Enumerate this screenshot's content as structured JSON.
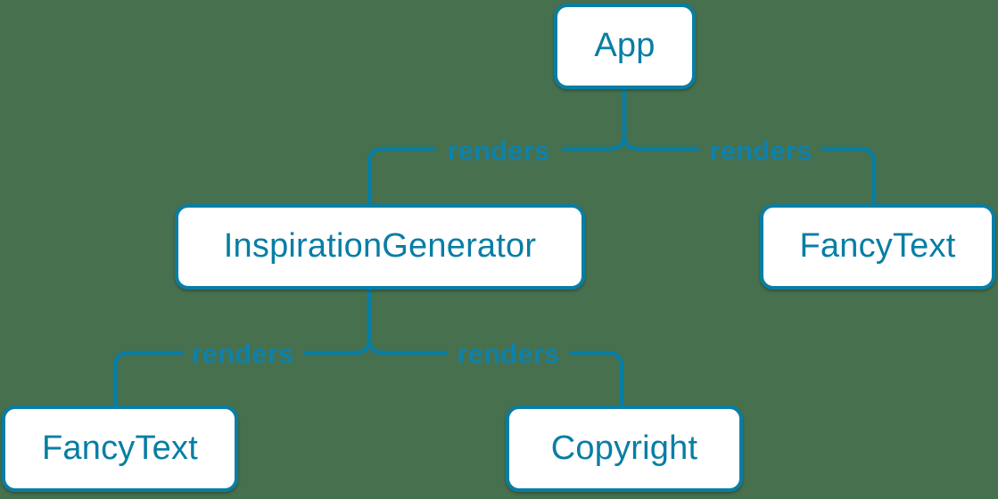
{
  "diagram": {
    "background_color": "#47704E",
    "accent_color": "#087EA4",
    "node_fill_color": "#FFFFFF",
    "nodes": [
      {
        "id": "app",
        "label": "App"
      },
      {
        "id": "inspiration-generator",
        "label": "InspirationGenerator"
      },
      {
        "id": "fancy-text-top",
        "label": "FancyText"
      },
      {
        "id": "fancy-text-bottom",
        "label": "FancyText"
      },
      {
        "id": "copyright",
        "label": "Copyright"
      }
    ],
    "edges": [
      {
        "from": "App",
        "to": "InspirationGenerator",
        "label": "renders"
      },
      {
        "from": "App",
        "to": "FancyText",
        "label": "renders"
      },
      {
        "from": "InspirationGenerator",
        "to": "FancyText",
        "label": "renders"
      },
      {
        "from": "InspirationGenerator",
        "to": "Copyright",
        "label": "renders"
      }
    ]
  }
}
